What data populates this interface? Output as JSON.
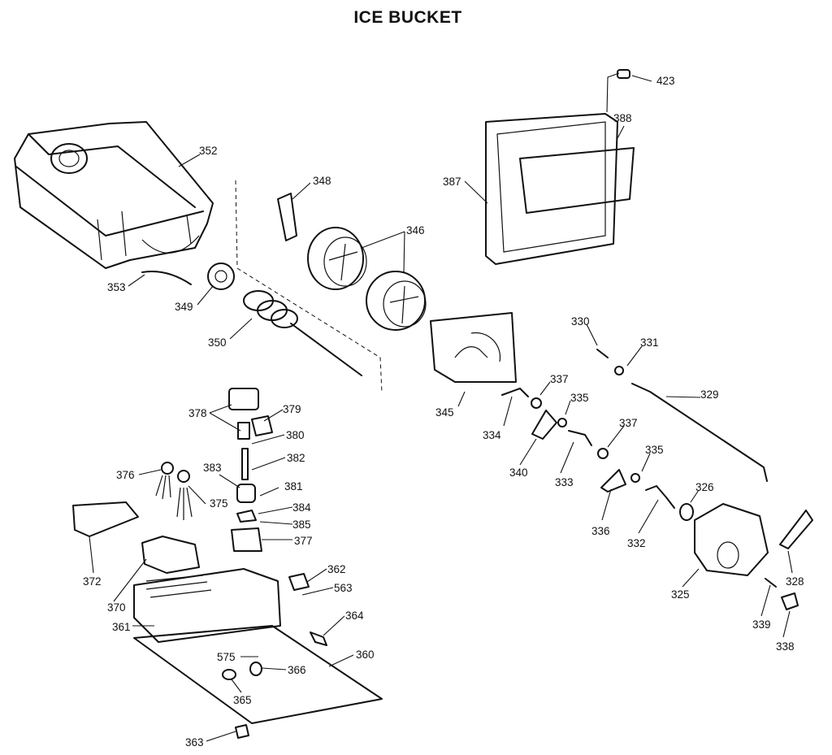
{
  "diagram": {
    "title": "ICE BUCKET",
    "part_numbers": [
      "423",
      "388",
      "387",
      "352",
      "348",
      "346",
      "353",
      "349",
      "350",
      "345",
      "330",
      "331",
      "329",
      "337",
      "335",
      "334",
      "340",
      "333",
      "337",
      "335",
      "336",
      "326",
      "332",
      "325",
      "328",
      "339",
      "338",
      "378",
      "379",
      "380",
      "382",
      "383",
      "381",
      "384",
      "385",
      "377",
      "376",
      "375",
      "372",
      "370",
      "361",
      "362",
      "563",
      "364",
      "575",
      "366",
      "360",
      "365",
      "363"
    ]
  }
}
